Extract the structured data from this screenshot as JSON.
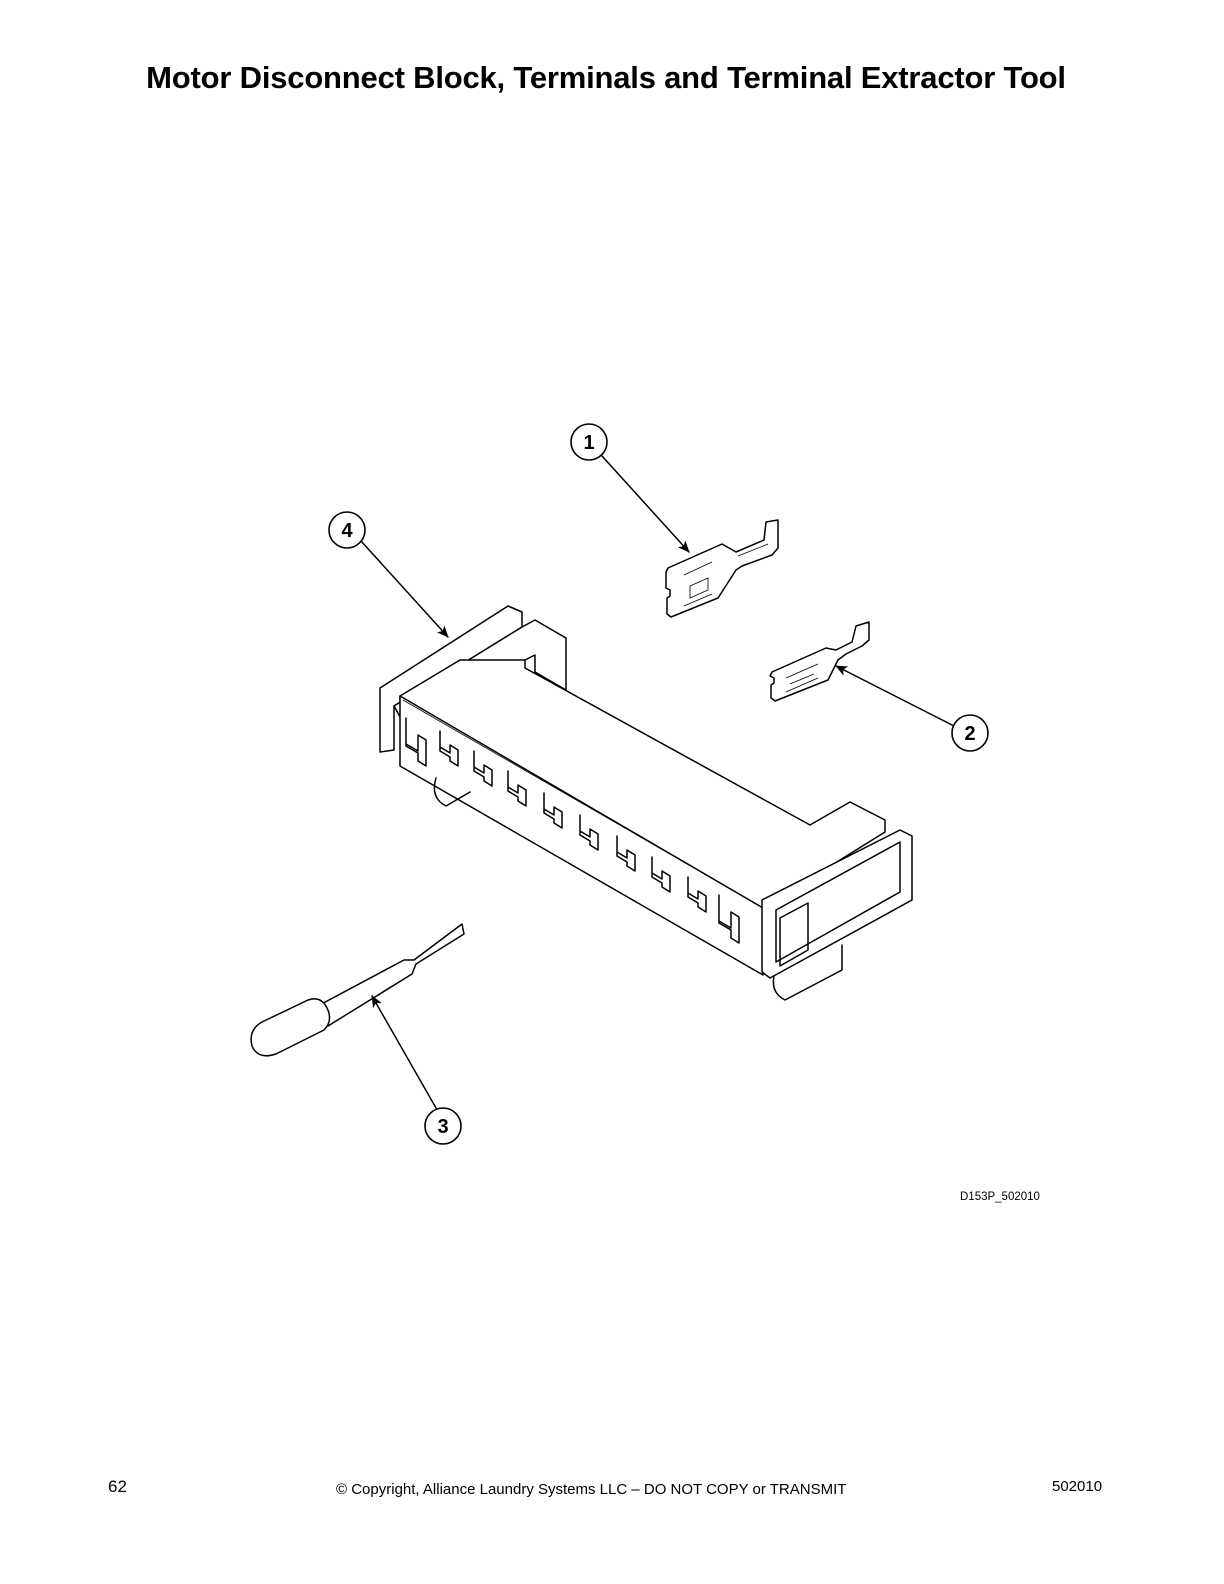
{
  "page": {
    "title": "Motor Disconnect Block, Terminals and Terminal Extractor Tool",
    "figure": {
      "id_label": "D153P_502010",
      "callouts": [
        {
          "number": "1",
          "part": "terminal"
        },
        {
          "number": "2",
          "part": "terminal"
        },
        {
          "number": "3",
          "part": "terminal-extractor-tool"
        },
        {
          "number": "4",
          "part": "motor-disconnect-block"
        }
      ]
    },
    "footer": {
      "page_number": "62",
      "copyright": "© Copyright, Alliance Laundry Systems LLC – DO NOT COPY or TRANSMIT",
      "doc_number": "502010"
    }
  }
}
